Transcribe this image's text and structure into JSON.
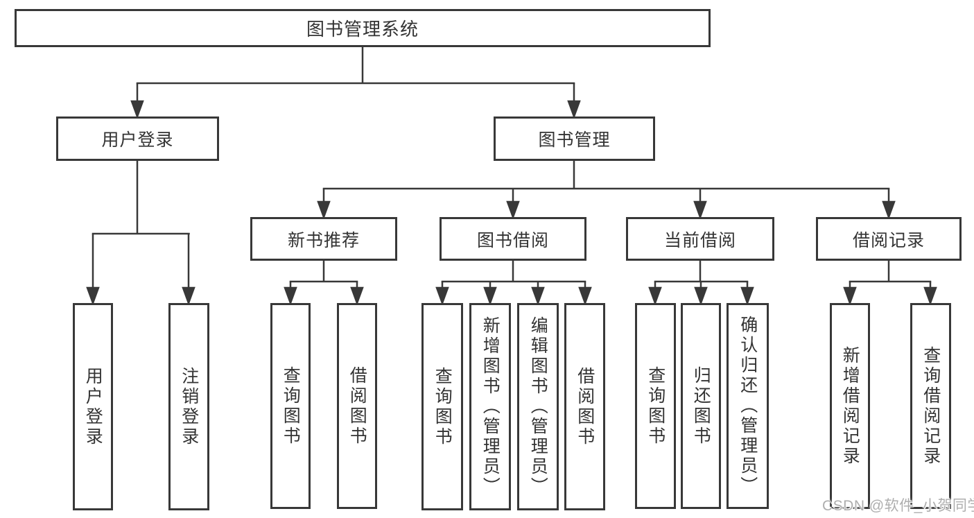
{
  "diagram": {
    "root": {
      "label": "图书管理系统",
      "children": [
        {
          "label": "用户登录",
          "children": [
            {
              "label": "用户登录"
            },
            {
              "label": "注销登录"
            }
          ]
        },
        {
          "label": "图书管理",
          "children": [
            {
              "label": "新书推荐",
              "children": [
                {
                  "label": "查询图书"
                },
                {
                  "label": "借阅图书"
                }
              ]
            },
            {
              "label": "图书借阅",
              "children": [
                {
                  "label": "查询图书"
                },
                {
                  "label": "新增图书（管理员）"
                },
                {
                  "label": "编辑图书（管理员）"
                },
                {
                  "label": "借阅图书"
                }
              ]
            },
            {
              "label": "当前借阅",
              "children": [
                {
                  "label": "查询图书"
                },
                {
                  "label": "归还图书"
                },
                {
                  "label": "确认归还（管理员）"
                }
              ]
            },
            {
              "label": "借阅记录",
              "children": [
                {
                  "label": "新增借阅记录"
                },
                {
                  "label": "查询借阅记录"
                }
              ]
            }
          ]
        }
      ]
    },
    "colors": {
      "line": "#383838",
      "node_border": "#383838",
      "text": "#333333",
      "background": "#ffffff",
      "watermark": "#aeaeae"
    }
  },
  "watermark": {
    "text": "CSDN @软件_小贺同学"
  }
}
